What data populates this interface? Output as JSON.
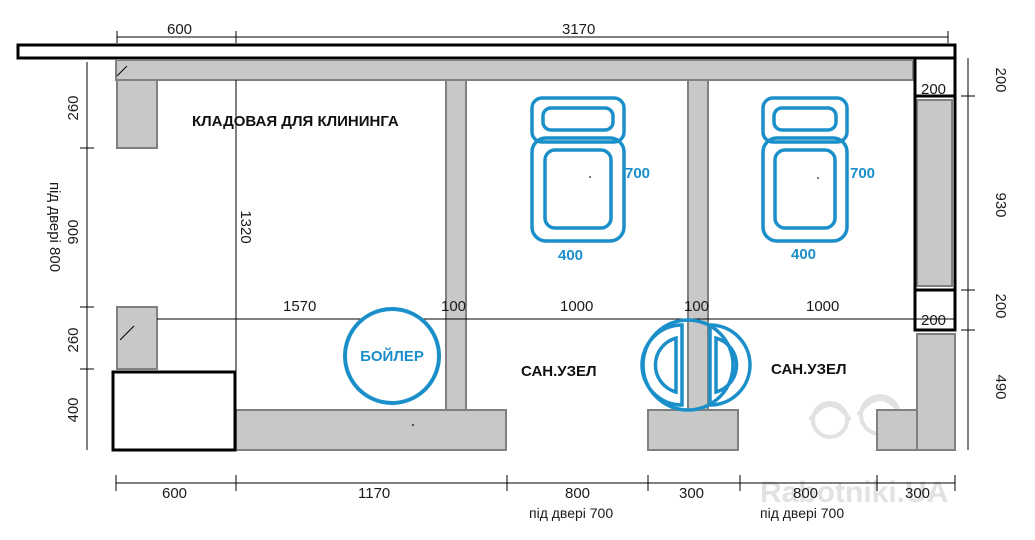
{
  "colors": {
    "wall_fill": "#c8c8c8",
    "wall_stroke": "#808080",
    "fixture_blue": "#1a8fc9",
    "line": "#000000",
    "watermark": "#e2e2e2"
  },
  "top_dims": {
    "d600": "600",
    "d3170": "3170"
  },
  "right_dims": {
    "d200_top": "200",
    "d930": "930",
    "d200_mid": "200",
    "d490": "490"
  },
  "box_labels": {
    "b200_top": "200",
    "b200_mid": "200"
  },
  "left_dims": {
    "d260_top": "260",
    "d900": "900",
    "d260_bottom": "260",
    "d400": "400",
    "door_label": "під двері 800"
  },
  "inner_dims": {
    "d1320": "1320",
    "d1570": "1570",
    "d100_a": "100",
    "d1000_a": "1000",
    "d100_b": "100",
    "d1000_b": "1000"
  },
  "bottom_dims": {
    "d600": "600",
    "d1170": "1170",
    "d800_a": "800",
    "d300_a": "300",
    "d800_b": "800",
    "d300_b": "300"
  },
  "door_notes": {
    "note_a": "під двері 700",
    "note_b": "під двері 700"
  },
  "rooms": {
    "storage": "КЛАДОВАЯ ДЛЯ КЛИНИНГА",
    "bath_1": "САН.УЗЕЛ",
    "bath_2": "САН.УЗЕЛ"
  },
  "fixtures": {
    "boiler": "БОЙЛЕР",
    "toilet_1_depth": "700",
    "toilet_1_width": "400",
    "toilet_2_depth": "700",
    "toilet_2_width": "400"
  },
  "icons": [
    "worker-helmets-icon",
    "toilet-icon",
    "boiler-icon",
    "washbasin-icon"
  ],
  "watermark": {
    "text": "Rabotniki.UA"
  }
}
